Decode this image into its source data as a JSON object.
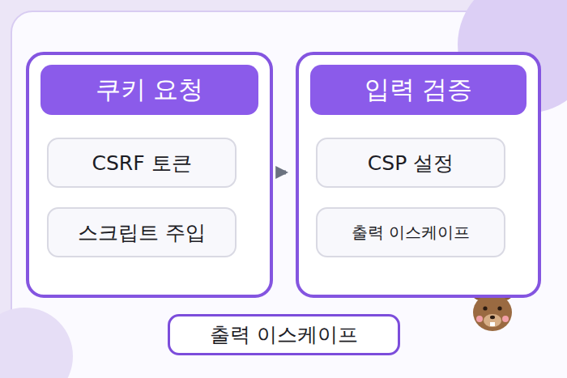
{
  "diagram": {
    "nodes": [
      {
        "text": [
          "쿠키 요청"
        ]
      },
      {
        "text": [
          "CSRF 토큰"
        ],
        "in": 0
      },
      {
        "text": [
          "스크립트 주입"
        ],
        "in": 0
      },
      {
        "text": [
          "입력 검증"
        ]
      },
      {
        "text": [
          "CSP 설정"
        ],
        "in": 3
      },
      {
        "text": [
          "출력 이스케이프"
        ],
        "in": 3
      },
      {
        "text": [
          "출력 이스케이프"
        ]
      }
    ],
    "edges": [
      {
        "from": 0,
        "to": 3,
        "arrow": "to"
      }
    ]
  }
}
